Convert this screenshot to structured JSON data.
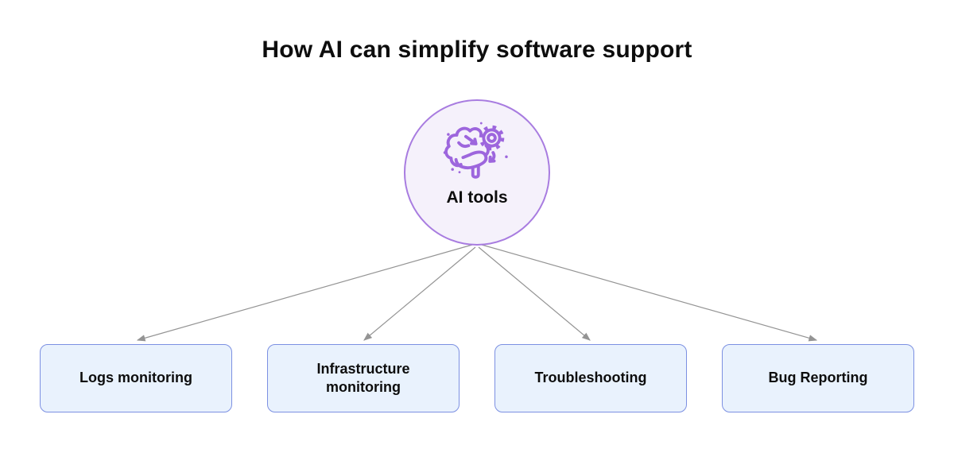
{
  "title": "How AI can simplify software support",
  "center": {
    "label": "AI tools",
    "icon": "brain-gear-icon"
  },
  "nodes": [
    {
      "label": "Logs monitoring"
    },
    {
      "label": "Infrastructure monitoring"
    },
    {
      "label": "Troubleshooting"
    },
    {
      "label": "Bug Reporting"
    }
  ],
  "colors": {
    "circle_fill": "#f5f1fb",
    "circle_border": "#a87ce0",
    "icon_purple": "#9d66dd",
    "box_fill": "#e9f2fd",
    "box_border": "#7c90e2",
    "arrow": "#949494",
    "text": "#0d0d0d",
    "background": "#ffffff"
  }
}
